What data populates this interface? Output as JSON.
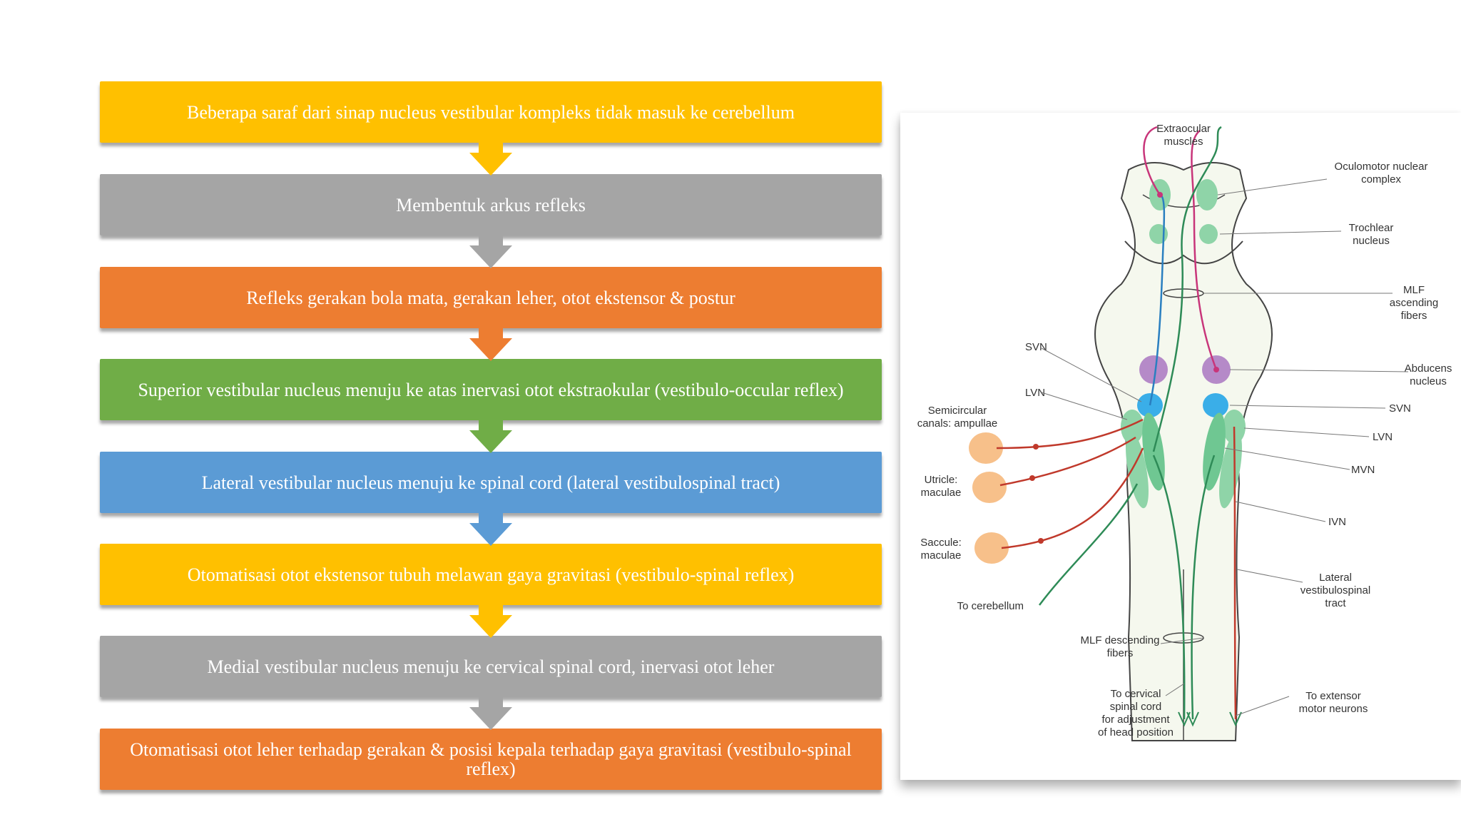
{
  "flowchart": {
    "steps": [
      {
        "text": "Beberapa saraf dari sinap nucleus vestibular kompleks tidak masuk ke cerebellum",
        "color": "#FFC000"
      },
      {
        "text": "Membentuk arkus refleks",
        "color": "#A5A5A5"
      },
      {
        "text": "Refleks gerakan bola mata, gerakan leher, otot ekstensor & postur",
        "color": "#ED7D31"
      },
      {
        "text": "Superior vestibular nucleus menuju ke atas inervasi otot ekstraokular (vestibulo-occular reflex)",
        "color": "#70AD47"
      },
      {
        "text": "Lateral vestibular nucleus menuju ke spinal cord (lateral vestibulospinal tract)",
        "color": "#5B9BD5"
      },
      {
        "text": "Otomatisasi otot ekstensor tubuh melawan gaya gravitasi (vestibulo-spinal reflex)",
        "color": "#FFC000"
      },
      {
        "text": "Medial vestibular nucleus menuju ke cervical spinal cord, inervasi otot leher",
        "color": "#A5A5A5"
      },
      {
        "text": "Otomatisasi otot leher terhadap gerakan & posisi kepala terhadap gaya gravitasi (vestibulo-spinal reflex)",
        "color": "#ED7D31"
      }
    ]
  },
  "anatomy": {
    "colors": {
      "pink": "#C8357A",
      "green": "#2E8B57",
      "blue": "#2A7FC0",
      "red": "#C0392B",
      "nucleus": "#8FD4A8",
      "organ": "#F7C08A"
    },
    "labels": {
      "extraocular": [
        "Extraocular",
        "muscles"
      ],
      "oculomotor": [
        "Oculomotor nuclear",
        "complex"
      ],
      "trochlear": [
        "Trochlear",
        "nucleus"
      ],
      "mlf_asc": [
        "MLF",
        "ascending",
        "fibers"
      ],
      "abducens": [
        "Abducens",
        "nucleus"
      ],
      "svn_left": "SVN",
      "lvn_left": "LVN",
      "svn_right": "SVN",
      "lvn_right": "LVN",
      "mvn": "MVN",
      "ivn": "IVN",
      "semicircular": [
        "Semicircular",
        "canals: ampullae"
      ],
      "utricle": [
        "Utricle:",
        "maculae"
      ],
      "saccule": [
        "Saccule:",
        "maculae"
      ],
      "to_cerebellum": "To cerebellum",
      "lateral_vst": [
        "Lateral",
        "vestibulospinal",
        "tract"
      ],
      "mlf_desc": [
        "MLF descending",
        "fibers"
      ],
      "to_cervical": [
        "To cervical",
        "spinal cord",
        "for adjustment",
        "of head position"
      ],
      "to_extensor": [
        "To extensor",
        "motor neurons"
      ]
    }
  }
}
